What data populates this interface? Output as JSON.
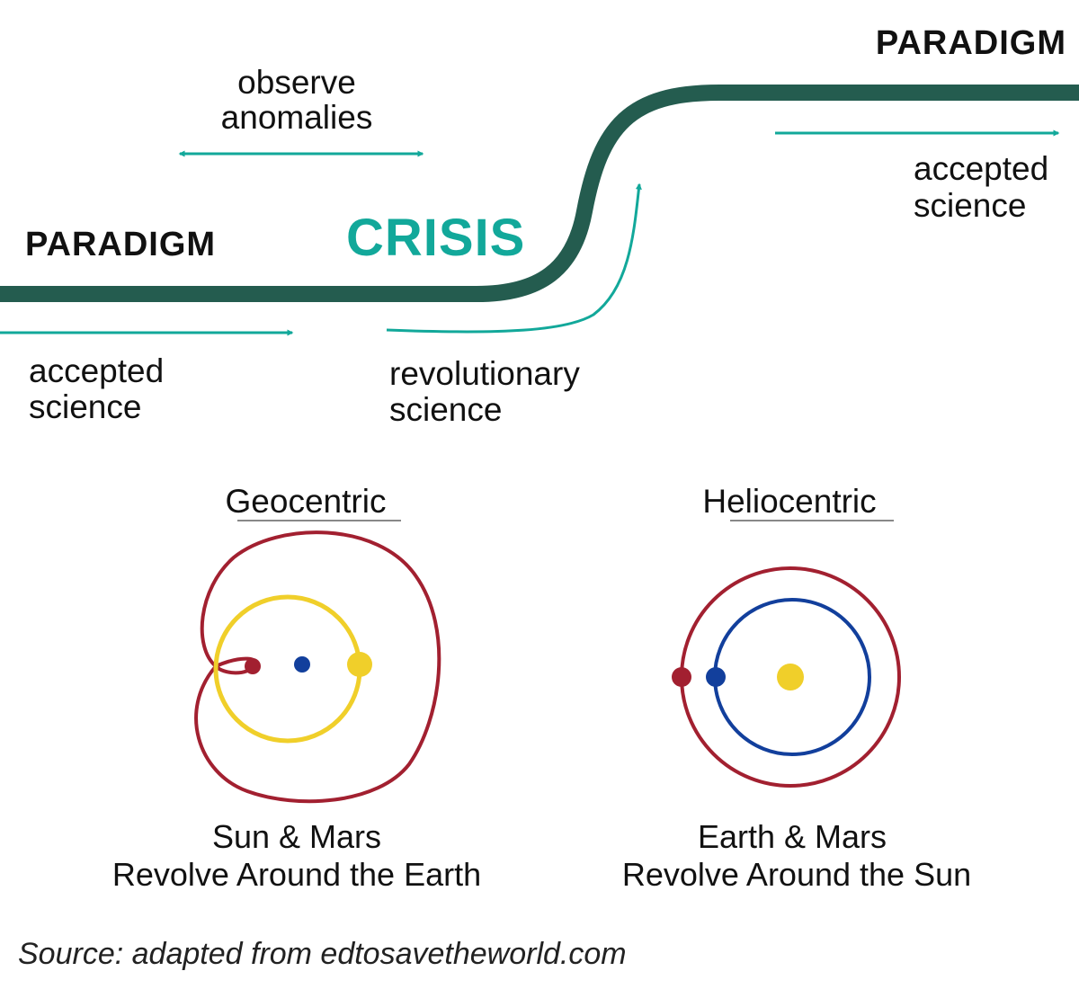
{
  "colors": {
    "curve": "#245c4f",
    "accent": "#12a89a",
    "earth": "#123f9c",
    "mars": "#a22030",
    "sun": "#f0cf2a",
    "text": "#111111"
  },
  "top": {
    "paradigm_left": "PARADIGM",
    "paradigm_right": "PARADIGM",
    "crisis": "CRISIS",
    "observe_line1": "observe",
    "observe_line2": "anomalies",
    "accepted_left_line1": "accepted",
    "accepted_left_line2": "science",
    "revolutionary_line1": "revolutionary",
    "revolutionary_line2": "science",
    "accepted_right_line1": "accepted",
    "accepted_right_line2": "science"
  },
  "models": {
    "geocentric": {
      "title": "Geocentric",
      "caption_line1": "Sun & Mars",
      "caption_line2": "Revolve Around the Earth"
    },
    "heliocentric": {
      "title": "Heliocentric",
      "caption_line1": "Earth & Mars",
      "caption_line2": "Revolve Around the Sun"
    }
  },
  "source": "Source: adapted from edtosavetheworld.com"
}
